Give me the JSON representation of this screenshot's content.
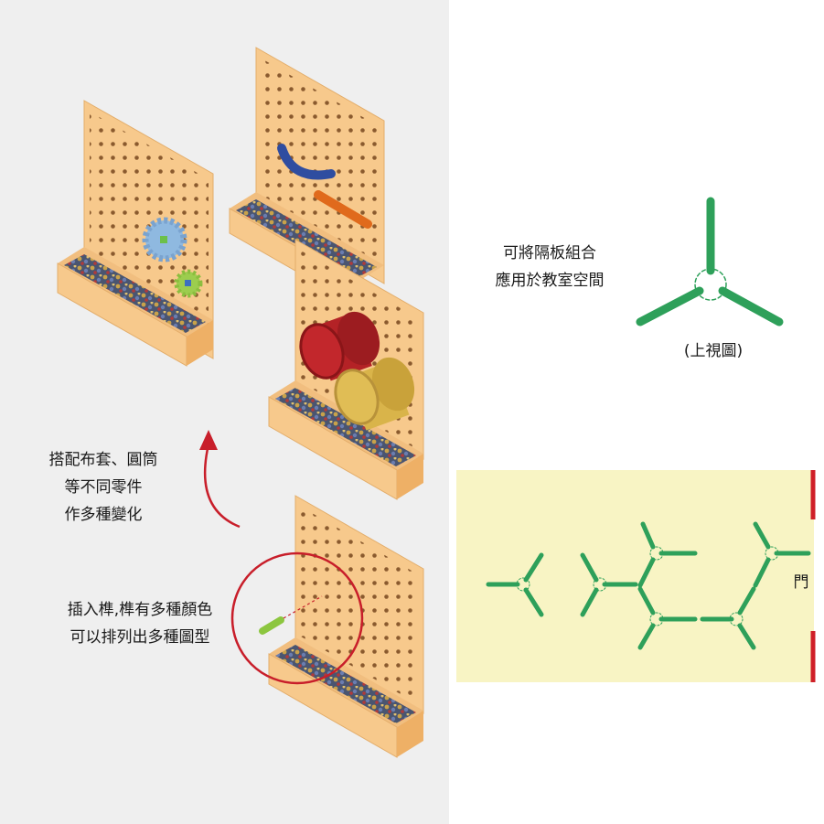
{
  "left_caption_1": [
    "搭配布套、圓筒",
    "等不同零件",
    "作多種變化"
  ],
  "left_caption_2": [
    "插入榫,榫有多種顏色",
    "可以排列出多種圖型"
  ],
  "right_caption": [
    "可將隔板組合",
    "應用於教室空間"
  ],
  "top_view_label": "(上視圖)",
  "door_label": "門",
  "colors": {
    "board": "#f7c98c",
    "board_edge": "#e3ad6a",
    "hole": "#8a5a2e",
    "gear_blue": "#8fb9e0",
    "gear_green": "#9ccd4e",
    "arc_blue": "#2f4da0",
    "bar_orange": "#e06a1c",
    "cyl_red": "#b42226",
    "cyl_yellow": "#d9b44a",
    "peg_green": "#8cc63f",
    "partition": "#2ea05a",
    "door": "#cf1f28",
    "room_floor": "#f8f4c4",
    "circle_red": "#c81e2a"
  }
}
